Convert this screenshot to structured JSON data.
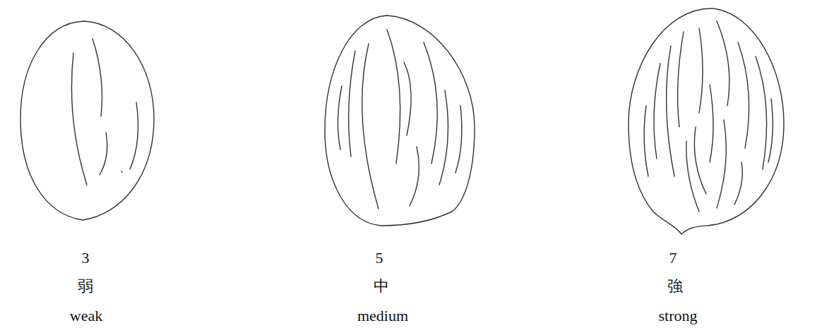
{
  "diagram": {
    "labels": [
      "3",
      "弱",
      "weak",
      "5",
      "中",
      "medium",
      "7",
      "強",
      "strong"
    ]
  }
}
